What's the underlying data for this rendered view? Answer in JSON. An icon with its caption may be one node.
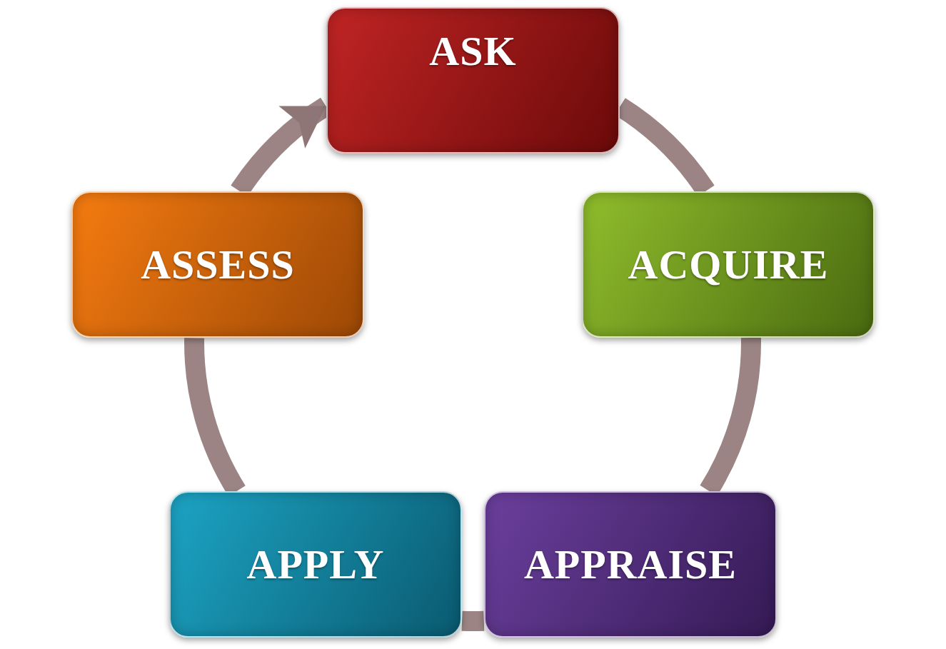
{
  "diagram": {
    "nodes": [
      {
        "text": [
          "ASK"
        ]
      },
      {
        "text": [
          "ACQUIRE"
        ]
      },
      {
        "text": [
          "APPRAISE"
        ]
      },
      {
        "text": [
          "APPLY"
        ]
      },
      {
        "text": [
          "ASSESS"
        ]
      }
    ],
    "edges": [
      {
        "from": 0,
        "to": 1,
        "arrow": "none"
      },
      {
        "from": 1,
        "to": 2,
        "arrow": "none"
      },
      {
        "from": 2,
        "to": 3,
        "arrow": "none"
      },
      {
        "from": 3,
        "to": 4,
        "arrow": "none"
      },
      {
        "from": 4,
        "to": 0,
        "arrow": "to"
      }
    ]
  }
}
